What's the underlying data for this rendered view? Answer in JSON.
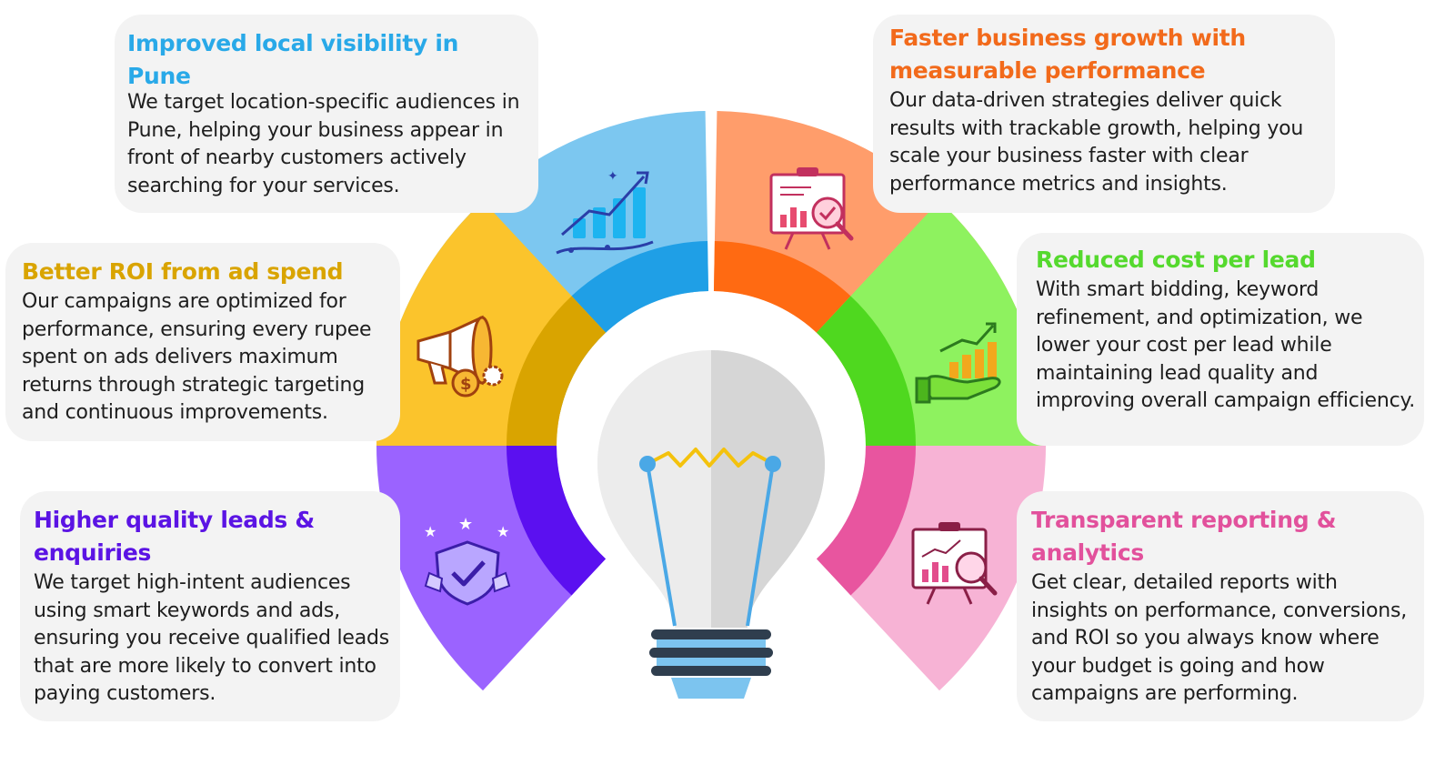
{
  "colors": {
    "blue": "#29a9e8",
    "orange": "#f26a1b",
    "yellow": "#d9a400",
    "green": "#55d92e",
    "purple": "#5b14e4",
    "pink": "#e2519c",
    "card_bg": "#f3f3f3",
    "body_text": "#1e1e1e"
  },
  "cards": {
    "local_visibility": {
      "title": "Improved local visibility in Pune",
      "body": "We target location-specific audiences in Pune, helping your business appear in front of nearby customers actively searching for your services.",
      "icon": "chart-growth-icon"
    },
    "business_growth": {
      "title": "Faster business growth with measurable performance",
      "body": "Our data-driven strategies deliver quick results with trackable growth, helping you scale your business faster with clear performance metrics and insights.",
      "icon": "presentation-analysis-icon"
    },
    "better_roi": {
      "title": "Better ROI from ad spend",
      "body": "Our campaigns are optimized for performance, ensuring every rupee spent on ads delivers maximum returns through strategic targeting and continuous improvements.",
      "icon": "megaphone-dollar-icon"
    },
    "reduced_cost": {
      "title": "Reduced cost per lead",
      "body": "With smart bidding, keyword refinement, and optimization, we lower your cost per lead while maintaining lead quality and improving overall campaign efficiency.",
      "icon": "hand-growth-chart-icon"
    },
    "quality_leads": {
      "title": "Higher quality leads & enquiries",
      "body": "We target high-intent audiences using smart keywords and ads, ensuring you receive qualified leads that are more likely to convert into paying customers.",
      "icon": "shield-check-icon"
    },
    "transparent_reporting": {
      "title": "Transparent reporting & analytics",
      "body": "Get clear, detailed reports with insights on performance, conversions, and ROI so you always know where your budget is going and how campaigns are performing.",
      "icon": "report-magnifier-icon"
    }
  },
  "center_icon": "light-bulb-icon"
}
